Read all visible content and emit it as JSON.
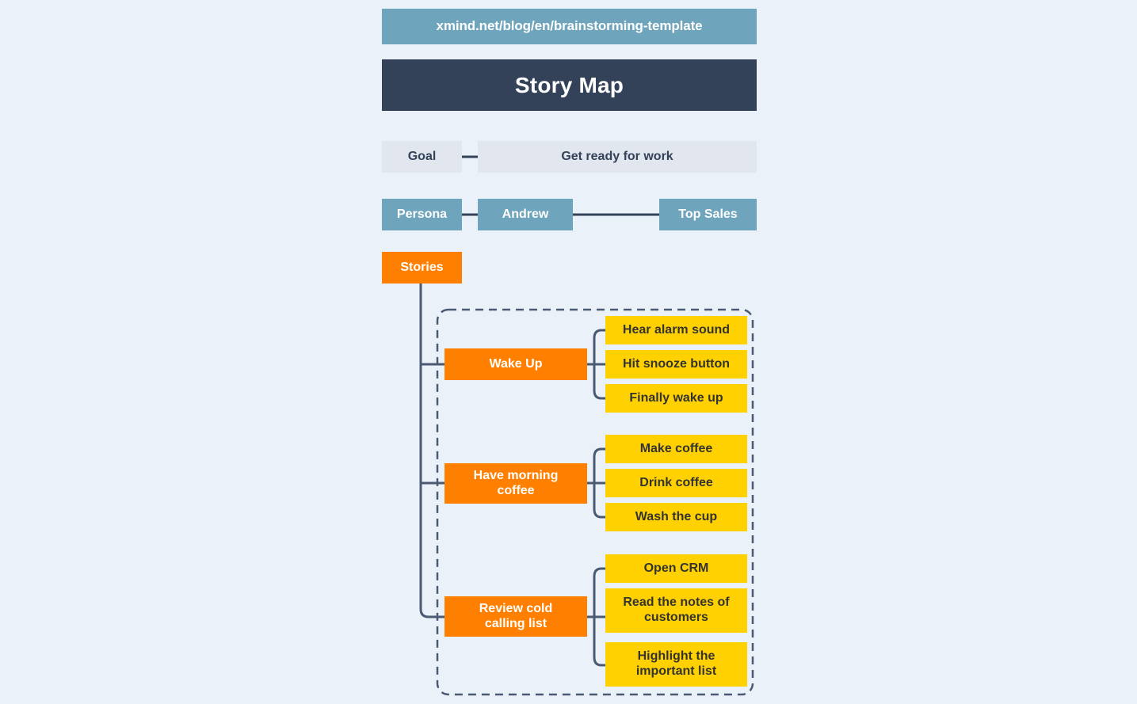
{
  "header": {
    "url_banner": "xmind.net/blog/en/brainstorming-template",
    "title": "Story Map"
  },
  "colors": {
    "background": "#EAF1F8",
    "banner": "#6FA5BC",
    "title_bar": "#344259",
    "goal_box": "#E2E7EF",
    "persona_box": "#6FA5BC",
    "epic": "#FF8000",
    "card": "#FFD100",
    "connector": "#4A5A73",
    "text_dark": "#344259",
    "text_light": "#FFFFFF"
  },
  "goal": {
    "label": "Goal",
    "value": "Get ready for work"
  },
  "persona": {
    "label": "Persona",
    "name": "Andrew",
    "role": "Top Sales"
  },
  "stories": {
    "root_label": "Stories",
    "groups": [
      {
        "epic": "Wake Up",
        "cards": [
          "Hear alarm sound",
          "Hit snooze button",
          "Finally wake up"
        ]
      },
      {
        "epic": "Have morning\ncoffee",
        "cards": [
          "Make coffee",
          "Drink coffee",
          "Wash the cup"
        ]
      },
      {
        "epic": "Review cold\ncalling list",
        "cards": [
          "Open CRM",
          "Read the notes of\ncustomers",
          "Highlight the\nimportant list"
        ]
      }
    ]
  }
}
